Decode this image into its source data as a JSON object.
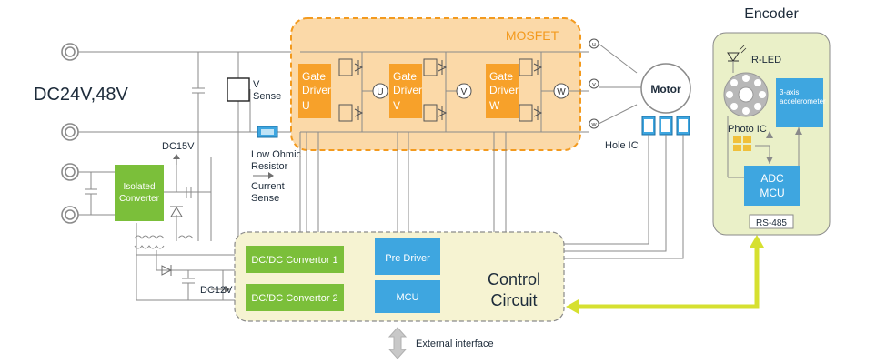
{
  "power": {
    "input_label": "DC24V,48V",
    "dc15v": "DC15V",
    "dc12v": "DC12V"
  },
  "isolated_converter": {
    "line1": "Isolated",
    "line2": "Converter"
  },
  "sense": {
    "v_line1": "V",
    "v_line2": "Sense",
    "resistor_line1": "Low Ohmic",
    "resistor_line2": "Resistor",
    "current_line1": "Current",
    "current_line2": "Sense"
  },
  "mosfet": {
    "title": "MOSFET",
    "gate_word1": "Gate",
    "gate_word2": "Driver",
    "phases": [
      "U",
      "V",
      "W"
    ],
    "terminals": [
      "u",
      "v",
      "w"
    ]
  },
  "motor": {
    "label": "Motor",
    "hole_ic": "Hole IC"
  },
  "control": {
    "dcdc1": "DC/DC Convertor 1",
    "dcdc2": "DC/DC Convertor 2",
    "pre_driver": "Pre Driver",
    "mcu": "MCU",
    "title_line1": "Control",
    "title_line2": "Circuit",
    "external": "External interface"
  },
  "encoder": {
    "title": "Encoder",
    "ir_led": "IR-LED",
    "accel_line1": "3-axis",
    "accel_line2": "accelerometer",
    "photo_ic": "Photo IC",
    "adc_line1": "ADC",
    "adc_line2": "MCU",
    "rs485": "RS-485"
  },
  "colors": {
    "wire": "#8a8a8a",
    "mosfet_fill": "#fbd9a8",
    "mosfet_border": "#f39a1e",
    "gate_fill": "#f7a12a",
    "green_fill": "#7bbf3a",
    "blue_fill": "#3ea6e0",
    "control_fill": "#f6f3d2",
    "encoder_fill": "#eaf0c8",
    "link_yellow": "#d6e030",
    "text_dark": "#1d2b3a"
  }
}
